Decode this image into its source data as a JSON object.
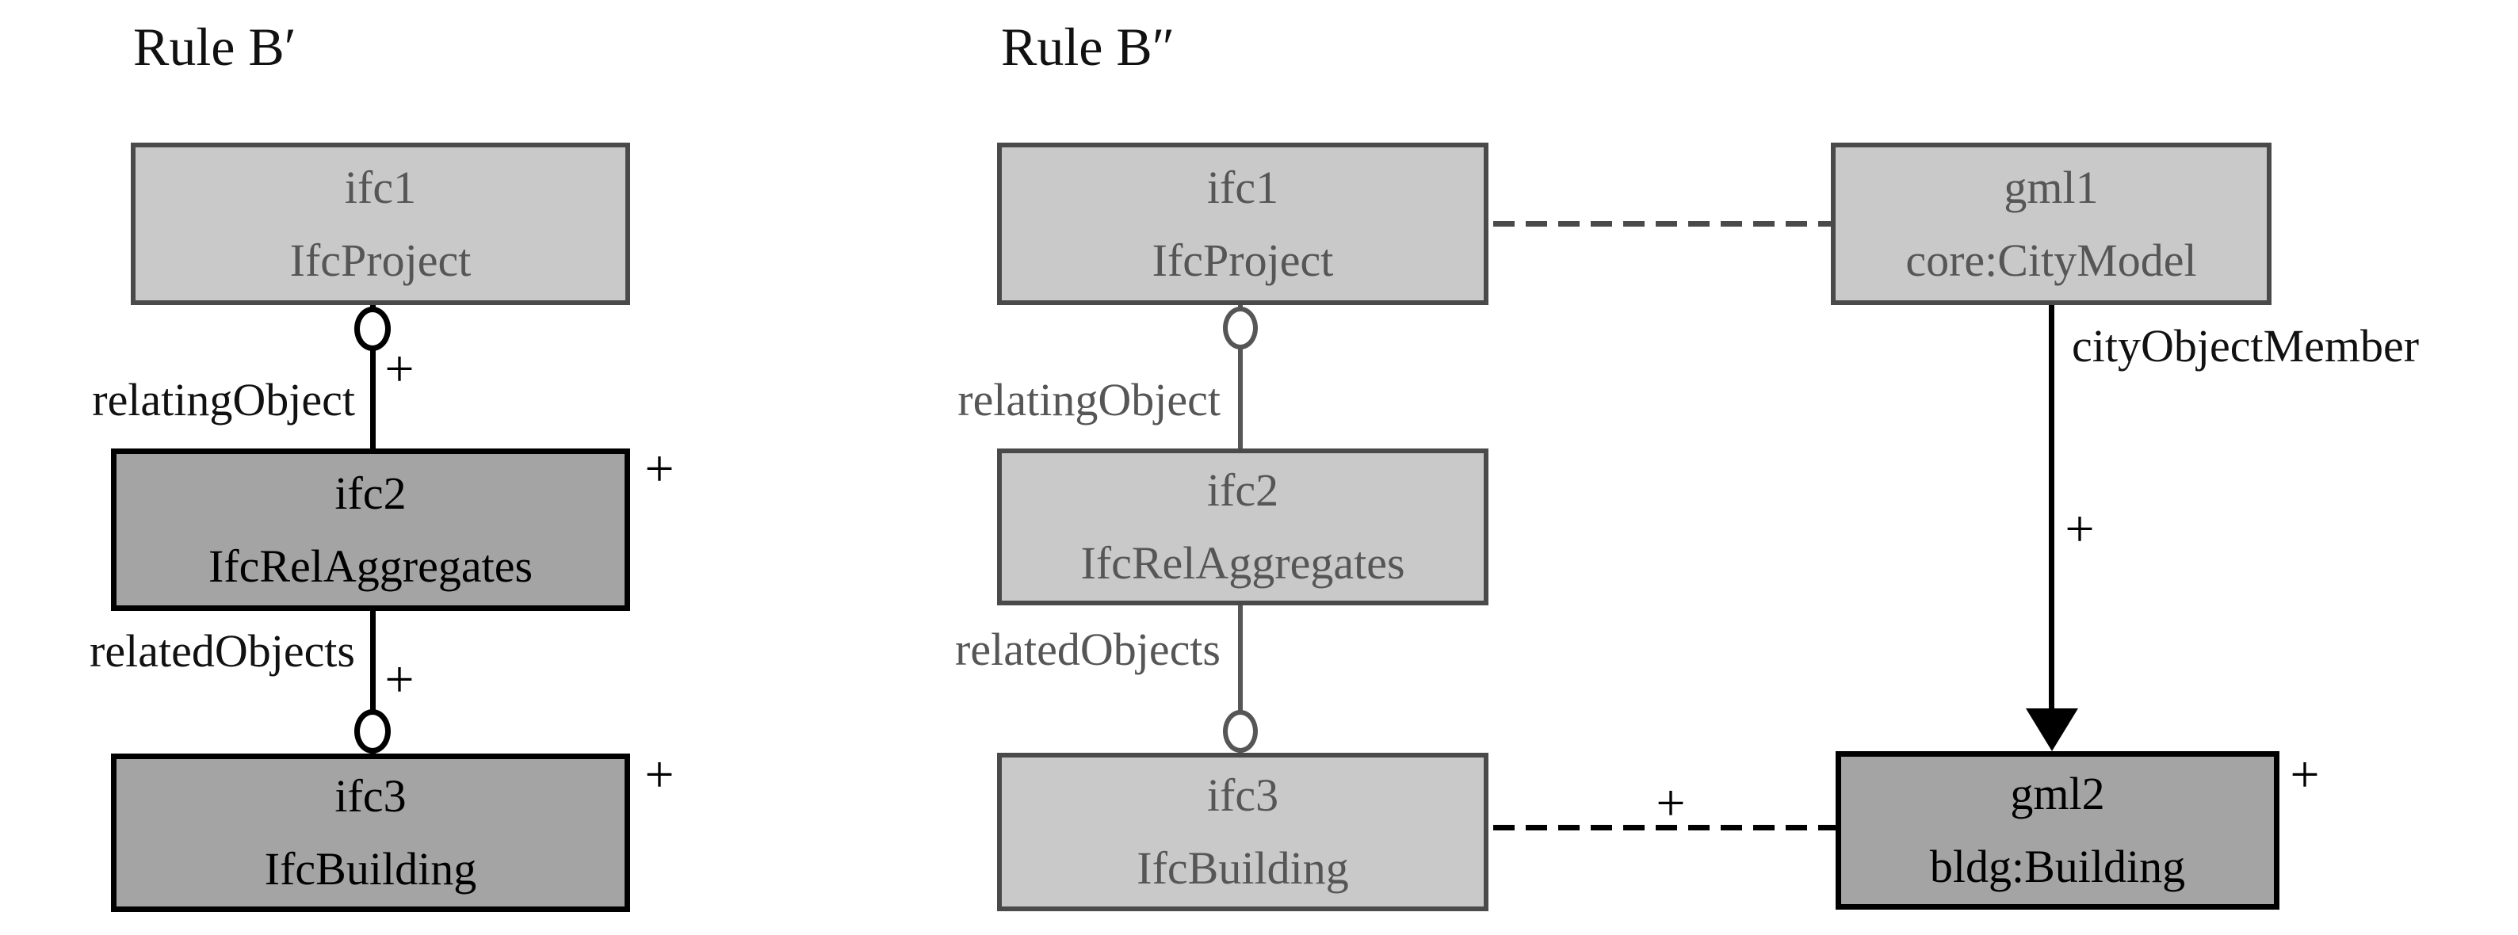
{
  "figure": {
    "left": {
      "title": "Rule B′",
      "nodes": {
        "ifc1": {
          "name": "ifc1",
          "type": "IfcProject"
        },
        "ifc2": {
          "name": "ifc2",
          "type": "IfcRelAggregates",
          "multiplicity": "+"
        },
        "ifc3": {
          "name": "ifc3",
          "type": "IfcBuilding",
          "multiplicity": "+"
        }
      },
      "edges": {
        "relatingObject": {
          "label": "relatingObject",
          "multiplicity": "+"
        },
        "relatedObjects": {
          "label": "relatedObjects",
          "multiplicity": "+"
        }
      }
    },
    "right": {
      "title": "Rule B″",
      "nodes": {
        "ifc1": {
          "name": "ifc1",
          "type": "IfcProject"
        },
        "ifc2": {
          "name": "ifc2",
          "type": "IfcRelAggregates"
        },
        "ifc3": {
          "name": "ifc3",
          "type": "IfcBuilding"
        },
        "gml1": {
          "name": "gml1",
          "type": "core:CityModel"
        },
        "gml2": {
          "name": "gml2",
          "type": "bldg:Building",
          "multiplicity": "+"
        }
      },
      "edges": {
        "relatingObject": {
          "label": "relatingObject"
        },
        "relatedObjects": {
          "label": "relatedObjects"
        },
        "cityObjectMember": {
          "label": "cityObjectMember",
          "multiplicity": "+"
        },
        "ifc3_gml2_correspondence": {
          "multiplicity": "+"
        }
      }
    }
  },
  "colors": {
    "context_fill": "#c9c9c9",
    "context_stroke": "#4a4a4a",
    "context_text": "#565656",
    "created_fill": "#a4a4a4",
    "created_stroke": "#000000",
    "created_text": "#000000",
    "edge_black": "#000000"
  }
}
